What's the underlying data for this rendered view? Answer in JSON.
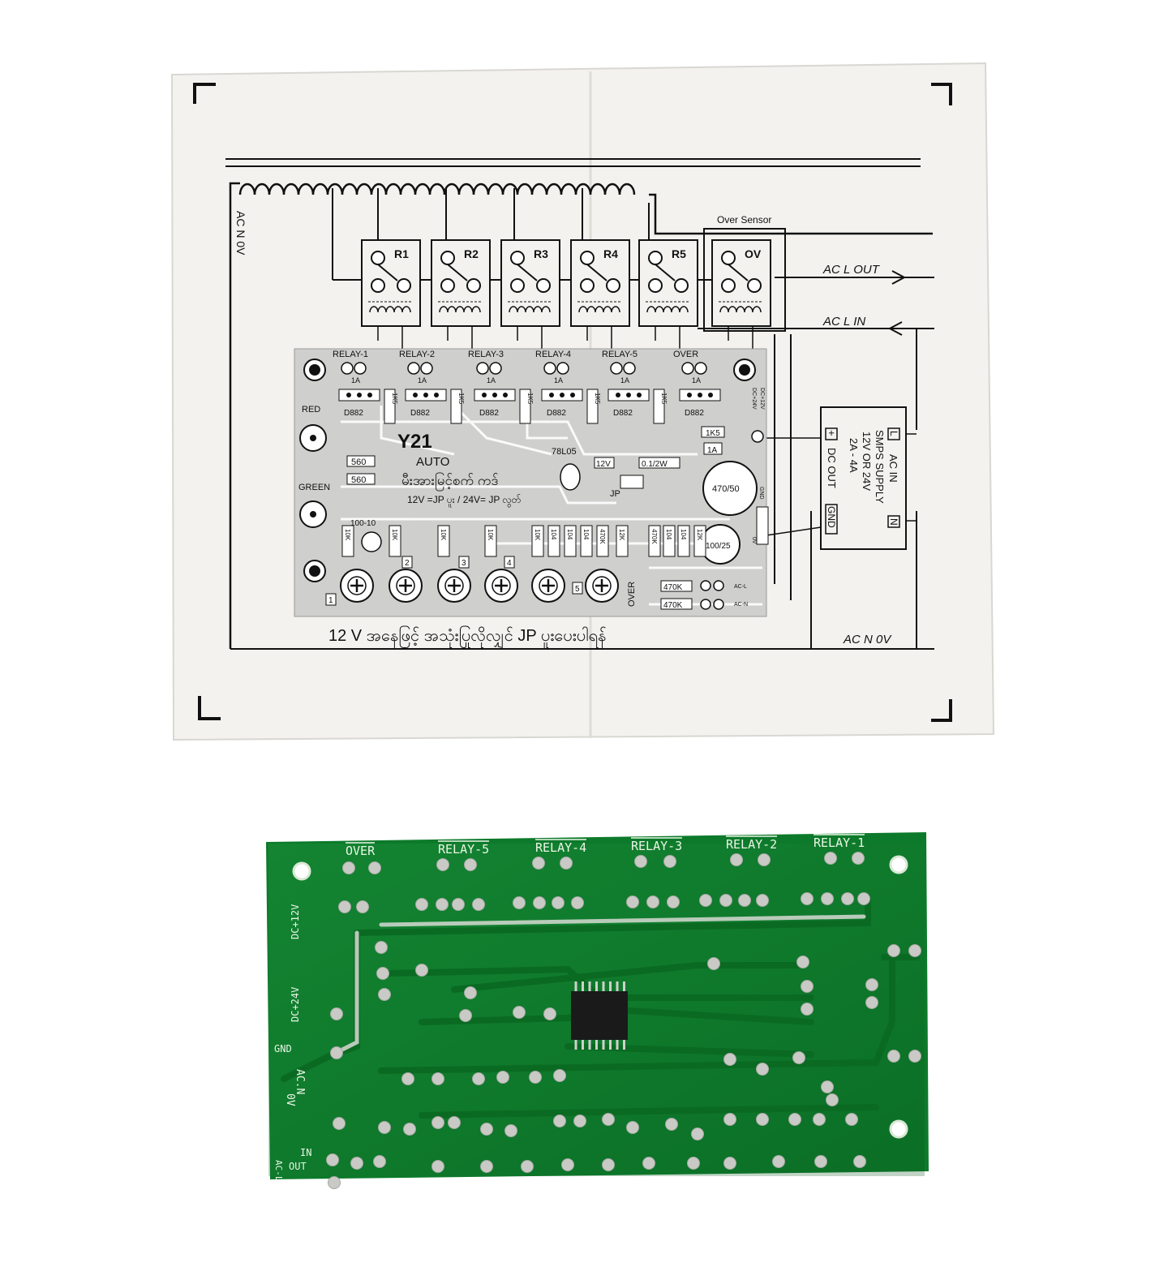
{
  "diagram": {
    "relays": [
      {
        "label": "R1"
      },
      {
        "label": "R2"
      },
      {
        "label": "R3"
      },
      {
        "label": "R4"
      },
      {
        "label": "R5"
      },
      {
        "label": "OV"
      }
    ],
    "over_sensor_label": "Over Sensor",
    "ac_l_out": "AC L OUT",
    "ac_l_in": "AC L IN",
    "ac_n_0v_left": "AC N 0V",
    "ac_n_0v_bottom": "AC N 0V",
    "header_labels": [
      "RELAY-1",
      "RELAY-2",
      "RELAY-3",
      "RELAY-4",
      "RELAY-5",
      "OVER"
    ],
    "fuse_label": "1A",
    "transistor_label": "D882",
    "resistor_1k5": "1K5",
    "model": "Y21",
    "mode": "AUTO",
    "myanmar_title": "မီးအားမြင့်စက် ကဒ်",
    "jp_note": "12V =JP ပူး / 24V= JP လွတ်",
    "led_red": "RED",
    "led_green": "GREEN",
    "res_560_a": "560",
    "res_560_b": "560",
    "regulator": "78L05",
    "zener_12v": "12V",
    "res_0_1_2w": "0.1/2W",
    "jp": "JP",
    "cap_470_50": "470/50",
    "cap_100_25": "100/25",
    "cap_100_10": "100-10",
    "res_10k": "10K",
    "cap_104": "104",
    "res_470k": "470K",
    "res_12k": "12K",
    "pot_numbers": [
      "1",
      "2",
      "3",
      "4",
      "5"
    ],
    "pot_over": "OVER",
    "res_1k5_right": "1K5",
    "fuse_1a_right": "1A",
    "dc_24v": "DC+24V",
    "dc_12v": "DC+12V",
    "gnd": "GND",
    "ac_l_small": "AC-L",
    "ac_n_small": "AC-N",
    "zero_v": "0V",
    "smps": {
      "l": "L",
      "ac_in": "AC IN",
      "supply": "SMPS SUPPLY",
      "volts": "12V OR 24V",
      "amps": "2A - 4A",
      "plus": "+",
      "dc_out": "DC OUT",
      "gnd": "GND",
      "n": "N"
    },
    "bottom_note": "12 V အနေဖြင့် အသုံးပြုလိုလျှင် JP ပူးပေးပါရန်"
  },
  "pcb": {
    "top_labels": [
      "OVER",
      "RELAY-5",
      "RELAY-4",
      "RELAY-3",
      "RELAY-2",
      "RELAY-1"
    ],
    "dc_12v": "DC+12V",
    "dc_24v": "DC+24V",
    "gnd": "GND",
    "ac_n": "AC.N",
    "zero_v": "0V",
    "in": "IN",
    "out": "OUT",
    "ac_l": "AC-L"
  },
  "colors": {
    "paper": "#f3f2ef",
    "ink": "#111111",
    "pcb_green": "#0c7a2a",
    "pcb_trace": "#0a6a22",
    "solder": "#c9cac6"
  }
}
